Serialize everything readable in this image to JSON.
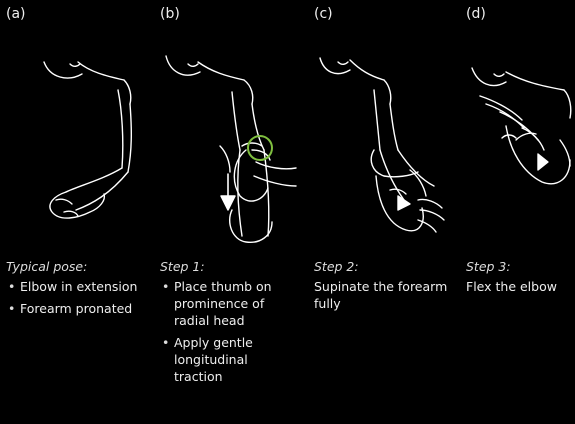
{
  "panels": [
    {
      "label": "(a)",
      "heading": "Typical pose:",
      "bullets": [
        "Elbow in extension",
        "Forearm pronated"
      ],
      "text": ""
    },
    {
      "label": "(b)",
      "heading": "Step 1:",
      "bullets": [
        "Place thumb on prominence of radial head",
        "Apply gentle longitudinal traction"
      ],
      "text": ""
    },
    {
      "label": "(c)",
      "heading": "Step 2:",
      "bullets": [],
      "text": "Supinate the forearm fully"
    },
    {
      "label": "(d)",
      "heading": "Step 3:",
      "bullets": [],
      "text": "Flex the elbow"
    }
  ],
  "colors": {
    "background": "#000000",
    "line": "#ffffff",
    "highlight": "#7fbf3f"
  }
}
